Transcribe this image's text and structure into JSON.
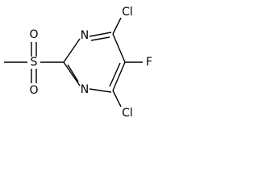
{
  "molecule": {
    "atoms": {
      "n1": "N",
      "n3": "N",
      "cl4": "Cl",
      "f5": "F",
      "cl6": "Cl",
      "s": "S",
      "o_top": "O",
      "o_bottom": "O"
    }
  }
}
